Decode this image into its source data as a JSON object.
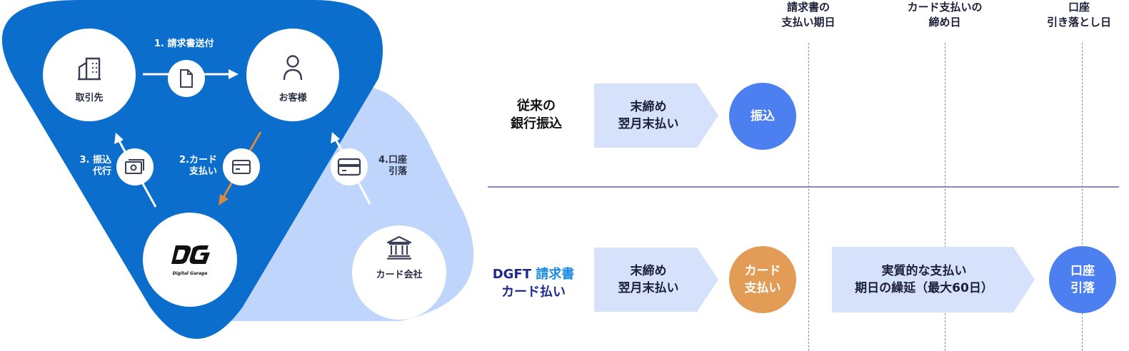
{
  "nodes": {
    "supplier": "取引先",
    "customer": "お客様",
    "card_company": "カード会社",
    "dg_logo_text": "Digital Garage"
  },
  "flows": {
    "step1": "1. 請求書送付",
    "step2_line1": "2.カード",
    "step2_line2": "支払い",
    "step3_line1": "3. 振込",
    "step3_line2": "代行",
    "step4_line1": "4.口座",
    "step4_line2": "引落"
  },
  "timeline": {
    "headers": [
      {
        "line1": "請求書の",
        "line2": "支払い期日"
      },
      {
        "line1": "カード支払いの",
        "line2": "締め日"
      },
      {
        "line1": "口座",
        "line2": "引き落とし日"
      }
    ],
    "rows": [
      {
        "label_line1": "従来の",
        "label_line2": "銀行振込",
        "step_line1": "末締め",
        "step_line2": "翌月末払い",
        "badge": "振込"
      },
      {
        "label_part1": "DGFT",
        "label_part2": "請求書",
        "label_line2": "カード払い",
        "step_line1": "末締め",
        "step_line2": "翌月末払い",
        "badge_line1": "カード",
        "badge_line2": "支払い",
        "defer_line1": "実質的な支払い",
        "defer_line2": "期日の繰延（最大60日）",
        "final_line1": "口座",
        "final_line2": "引落"
      }
    ]
  },
  "colors": {
    "triangle_blue": "#0b6ecc",
    "light_blue": "#bfd5fb",
    "accent_orange": "#d98a3f",
    "badge_blue": "#4c7ff0",
    "badge_orange": "#e39c56",
    "chevron_fill": "#d6e2fb",
    "divider": "#8a86c9"
  }
}
